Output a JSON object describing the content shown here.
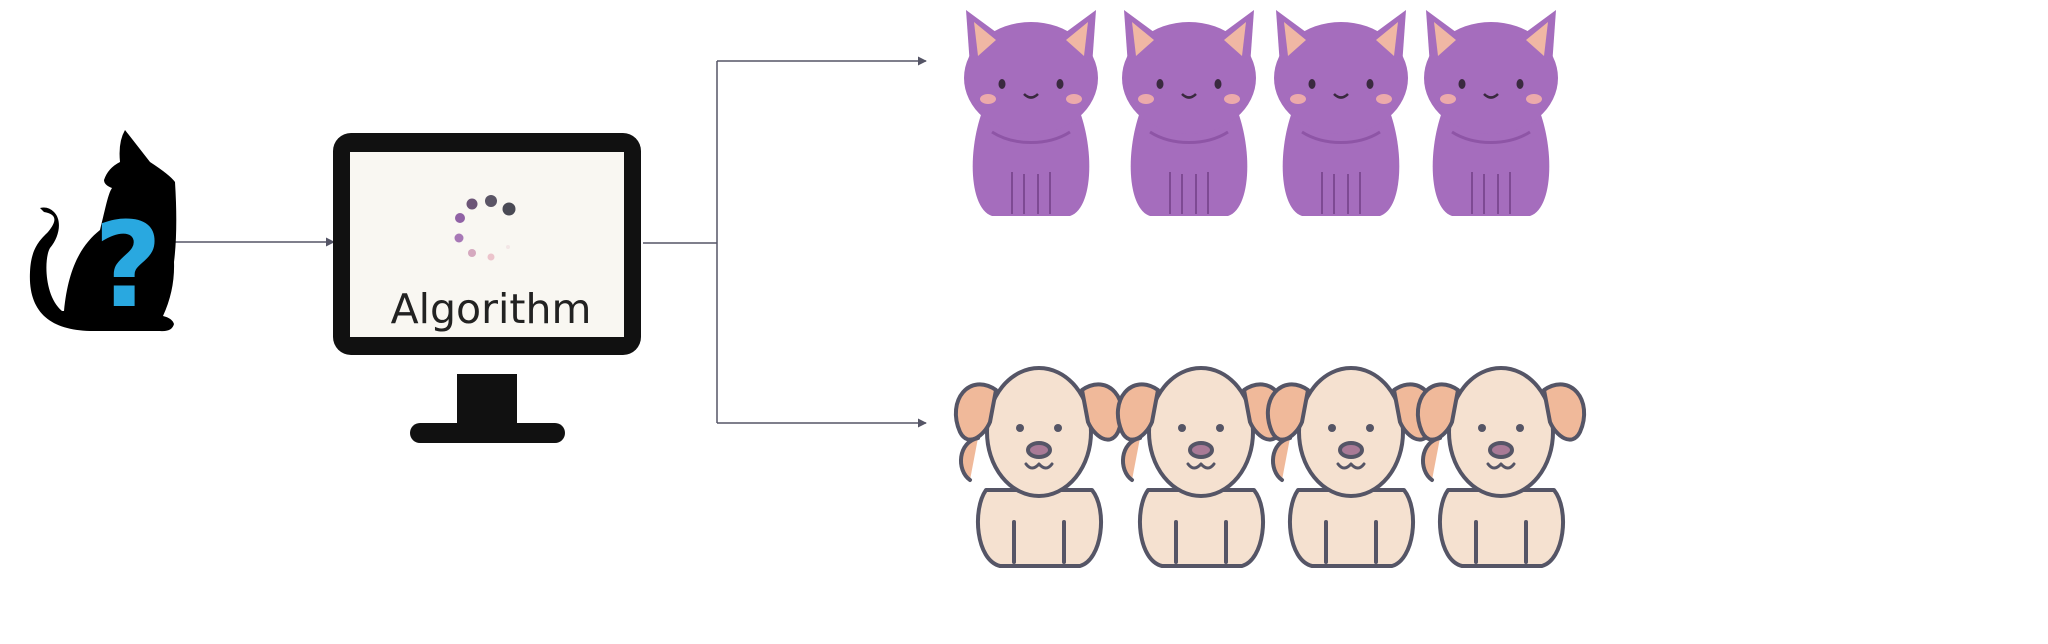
{
  "diagram": {
    "monitor_label": "Algorithm",
    "input_icon": "cat-silhouette-question-icon",
    "question_mark": "?",
    "outputs": [
      {
        "name": "cat-group",
        "icon": "purple-cat-icon",
        "count": 4
      },
      {
        "name": "dog-group",
        "icon": "beige-dog-icon",
        "count": 4
      }
    ],
    "colors": {
      "silhouette": "#000000",
      "question_mark": "#29a8e0",
      "monitor_frame": "#111111",
      "screen": "#f9f7f2",
      "connector": "#555566",
      "cat_body": "#a56dbd",
      "cat_inner_ear": "#f0b7a4",
      "dog_body": "#f5e1d0",
      "dog_ear": "#f0b99a",
      "dog_outline": "#555566"
    }
  }
}
